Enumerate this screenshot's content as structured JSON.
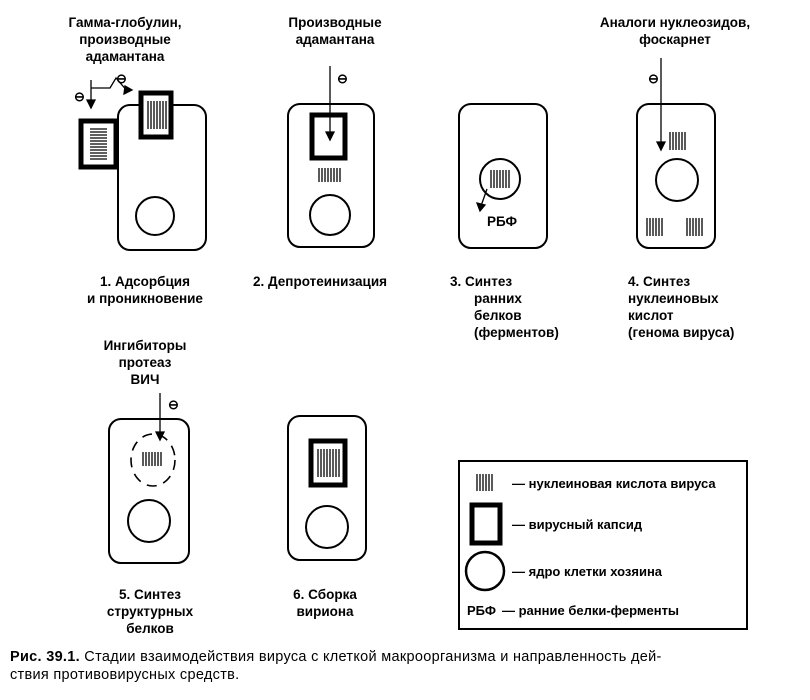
{
  "stages": {
    "s1": {
      "drug_label": [
        "Гамма-глобулин,",
        "производные",
        "адамантана"
      ],
      "stage_label": [
        "1. Адсорбция",
        "и проникновение"
      ]
    },
    "s2": {
      "drug_label": [
        "Производные",
        "адамантана"
      ],
      "stage_label": [
        "2. Депротеинизация"
      ]
    },
    "s3": {
      "inside_label": "РБФ",
      "stage_label": [
        "3. Синтез",
        "ранних",
        "белков",
        "(ферментов)"
      ]
    },
    "s4": {
      "drug_label": [
        "Аналоги нуклеозидов,",
        "фоскарнет"
      ],
      "stage_label": [
        "4. Синтез",
        "нуклеиновых",
        "кислот",
        "(генома вируса)"
      ]
    },
    "s5": {
      "drug_label": [
        "Ингибиторы",
        "протеаз",
        "ВИЧ"
      ],
      "stage_label": [
        "5. Синтез",
        "структурных",
        "белков"
      ]
    },
    "s6": {
      "stage_label": [
        "6. Сборка",
        "вириона"
      ]
    }
  },
  "inhibit_symbol": "⊖",
  "legend": {
    "nucleic_acid": "— нуклеиновая кислота вируса",
    "capsid": "— вирусный капсид",
    "nucleus": "— ядро клетки хозяина",
    "rbf_abbr": "РБФ",
    "rbf": "— ранние белки-ферменты"
  },
  "caption": {
    "fig": "Рис. 39.1.",
    "line1": " Стадии взаимодействия вируса с клеткой макроорганизма и направленность дей-",
    "line2": "ствия противовирусных средств."
  }
}
